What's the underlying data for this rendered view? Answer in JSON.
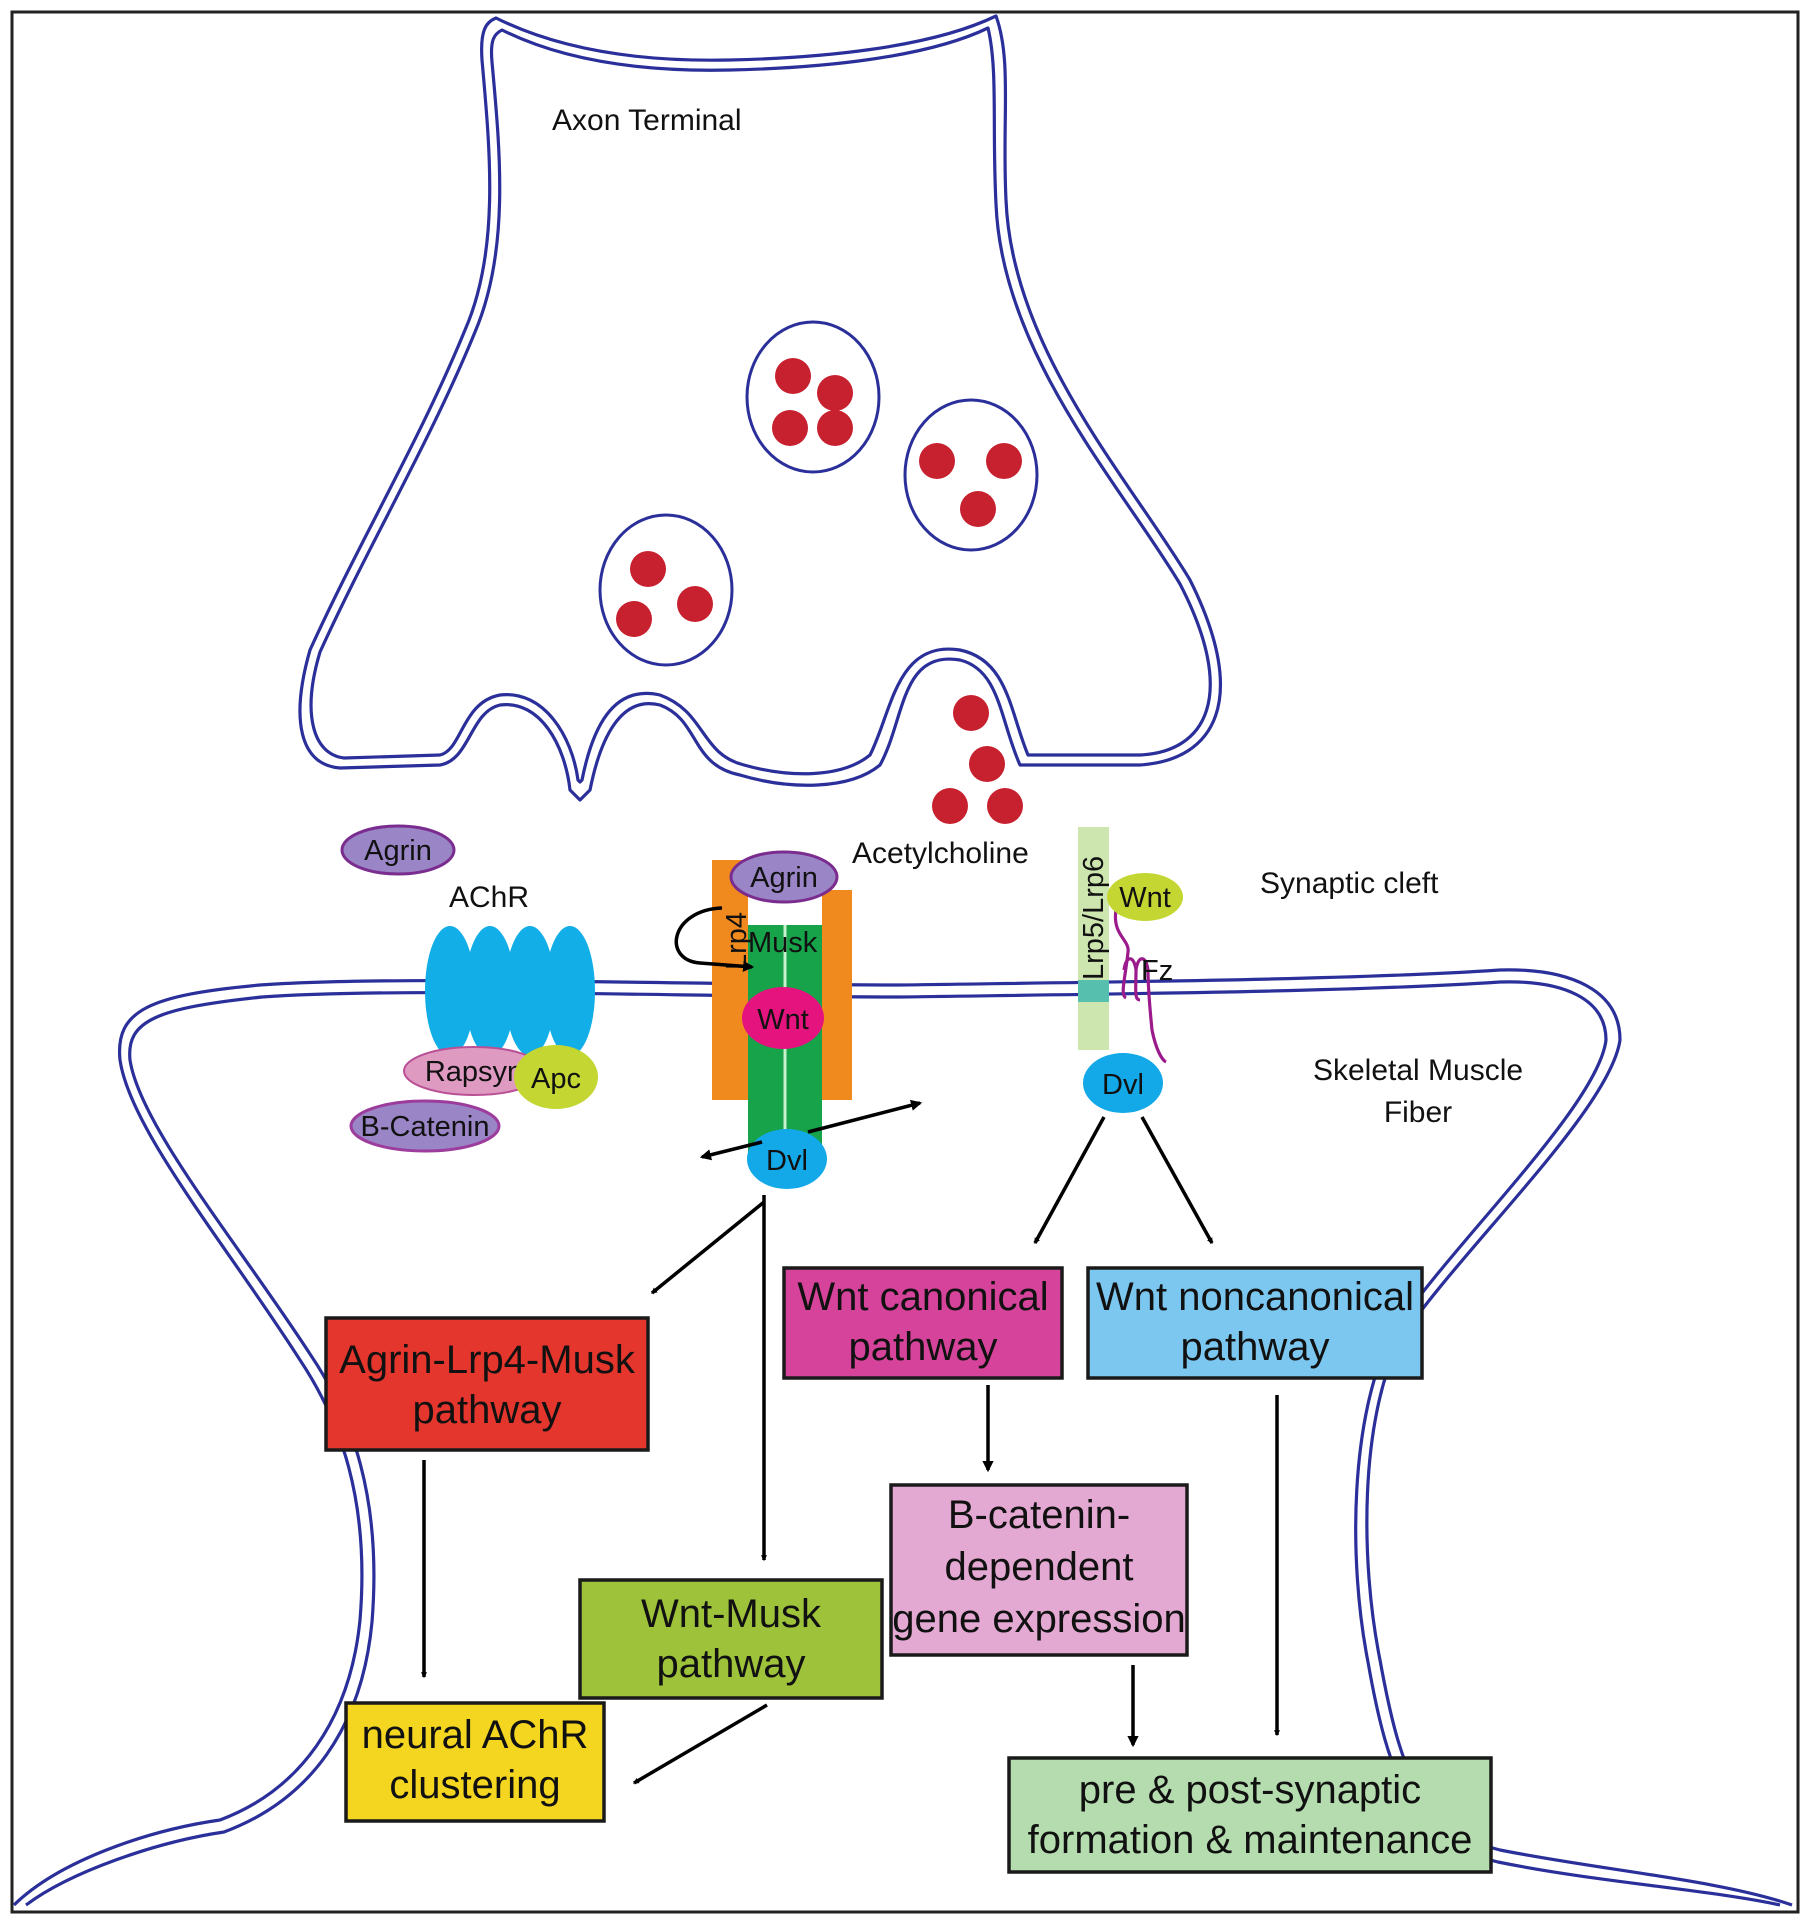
{
  "colors": {
    "membrane": "#2a2f9a",
    "vesicle_dot": "#c7202f",
    "achr": "#12aee8",
    "agrin": "#9a85c6",
    "rapsyn": "#df9ac2",
    "apc": "#c3d631",
    "lrp4": "#f08a1e",
    "musk": "#16a34a",
    "wnt_magenta": "#e4137e",
    "dvl": "#13a8e8",
    "lrp56": "#cde6b0",
    "fz": "#9c1b8c",
    "box_agrin_lrp4_musk": "#e4362d",
    "box_wnt_musk": "#9ec23a",
    "box_neural_achr": "#f4d520",
    "box_wnt_canonical": "#d5439a",
    "box_wnt_noncanonical": "#7cc7ef",
    "box_bcatenin": "#e3a9d2",
    "box_pre_post": "#b4dcae"
  },
  "labels": {
    "axon_terminal": "Axon Terminal",
    "acetylcholine": "Acetylcholine",
    "synaptic_cleft": "Synaptic cleft",
    "skeletal_muscle_fiber_line1": "Skeletal Muscle",
    "skeletal_muscle_fiber_line2": "Fiber",
    "achr": "AChR"
  },
  "molecules": {
    "agrin_free": "Agrin",
    "agrin_bound": "Agrin",
    "lrp4": "Lrp4",
    "musk": "Musk",
    "wnt_musk": "Wnt",
    "dvl_left": "Dvl",
    "rapsyn": "Rapsyn",
    "apc": "Apc",
    "b_catenin": "B-Catenin",
    "lrp5_lrp6": "Lrp5/Lrp6",
    "wnt_right": "Wnt",
    "fz": "Fz",
    "dvl_right": "Dvl"
  },
  "boxes": {
    "agrin_lrp4_musk": [
      "Agrin-Lrp4-Musk",
      "pathway"
    ],
    "wnt_musk": [
      "Wnt-Musk",
      "pathway"
    ],
    "neural_achr": [
      "neural AChR",
      "clustering"
    ],
    "wnt_canonical": [
      "Wnt canonical",
      "pathway"
    ],
    "wnt_noncanonical": [
      "Wnt noncanonical",
      "pathway"
    ],
    "bcatenin": [
      "B-catenin-",
      "dependent",
      "gene expression"
    ],
    "pre_post": [
      "pre & post-synaptic",
      "formation & maintenance"
    ]
  }
}
